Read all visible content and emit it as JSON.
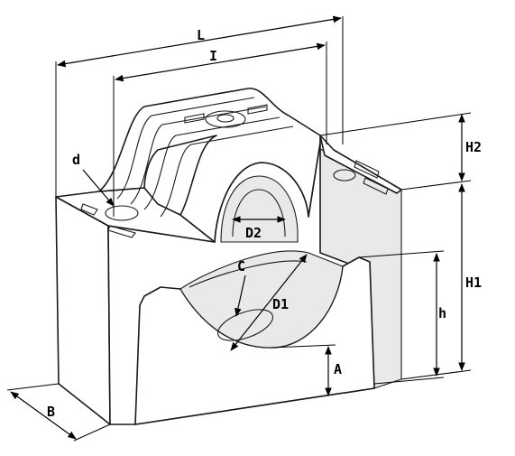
{
  "dimensions": {
    "L": "L",
    "I": "I",
    "d": "d",
    "H2": "H2",
    "H1": "H1",
    "D2": "D2",
    "C": "C",
    "D1": "D1",
    "h": "h",
    "A": "A",
    "B": "B"
  }
}
